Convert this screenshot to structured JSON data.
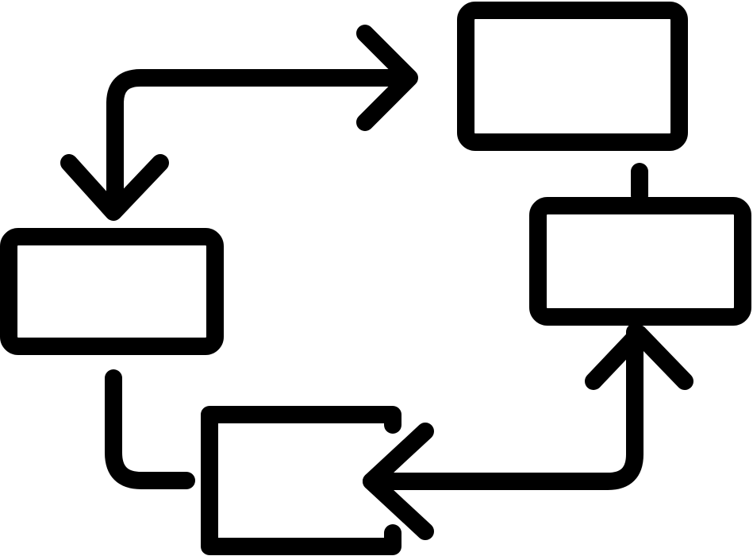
{
  "diagram": {
    "type": "flowchart-icon",
    "stroke_color": "#000000",
    "background_color": "#ffffff",
    "node_count": 4,
    "connector_count": 4,
    "nodes": [
      {
        "id": "box-top-right",
        "label": ""
      },
      {
        "id": "box-middle-right",
        "label": ""
      },
      {
        "id": "box-bottom-center",
        "label": ""
      },
      {
        "id": "box-left",
        "label": ""
      }
    ],
    "connectors": [
      {
        "id": "top-right-to-middle-right",
        "from": "box-top-right",
        "to": "box-middle-right",
        "arrowhead": "none"
      },
      {
        "id": "middle-right-to-bottom-center",
        "from": "box-middle-right",
        "to": "box-bottom-center",
        "arrowhead": "both"
      },
      {
        "id": "left-to-bottom-center",
        "from": "box-left",
        "to": "box-bottom-center",
        "arrowhead": "none"
      },
      {
        "id": "left-to-top-right",
        "from": "box-left",
        "to": "box-top-right",
        "arrowhead": "both"
      }
    ]
  }
}
